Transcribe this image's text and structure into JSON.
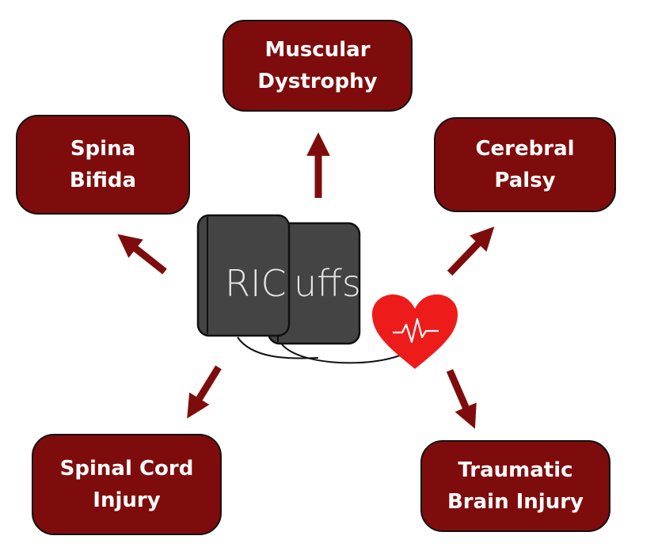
{
  "center": {
    "device_label_left": "RIC",
    "device_label_right": "uffs"
  },
  "conditions": [
    {
      "id": "muscular-dystrophy",
      "lines": [
        "Muscular",
        "Dystrophy"
      ]
    },
    {
      "id": "spina-bifida",
      "lines": [
        "Spina",
        "Bifida"
      ]
    },
    {
      "id": "cerebral-palsy",
      "lines": [
        "Cerebral",
        "Palsy"
      ]
    },
    {
      "id": "spinal-cord-injury",
      "lines": [
        "Spinal Cord",
        "Injury"
      ]
    },
    {
      "id": "traumatic-brain-injury",
      "lines": [
        "Traumatic",
        "Brain Injury"
      ]
    }
  ],
  "icons": {
    "heart": "heart-pulse-icon"
  },
  "colors": {
    "box_fill": "#7f0c0c",
    "arrow": "#7f0c0c",
    "cuff": "#444444",
    "heart": "#ee1b1b"
  }
}
